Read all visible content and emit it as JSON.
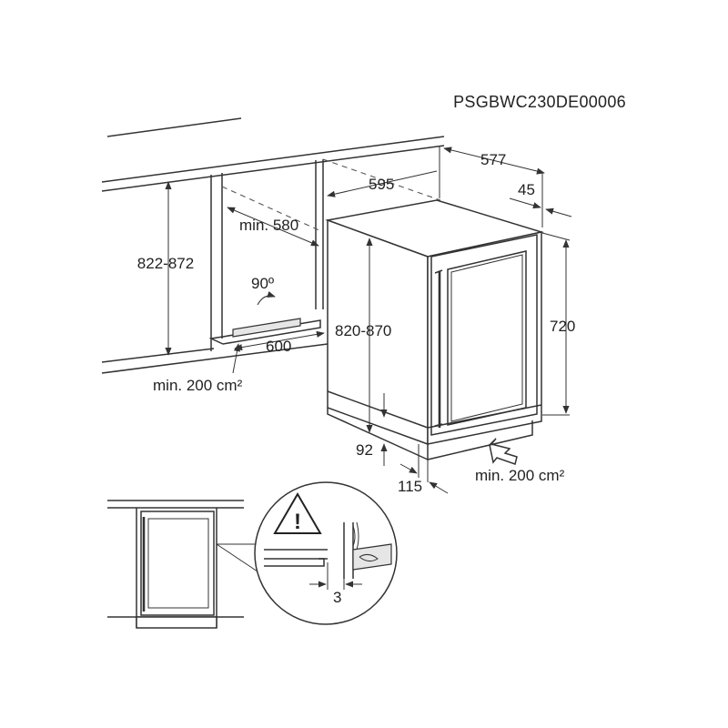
{
  "diagram": {
    "model_code": "PSGBWC230DE00006",
    "dimensions": {
      "depth_total": "577",
      "width": "595",
      "door_offset": "45",
      "niche_depth_min": "min. 580",
      "niche_height": "822-872",
      "angle": "90º",
      "niche_width": "600",
      "vent_area_floor": "min. 200 cm²",
      "appliance_height": "820-870",
      "door_height": "720",
      "plinth_height": "92",
      "plinth_depth": "115",
      "vent_area_front": "min. 200 cm²",
      "gap": "3"
    },
    "icons": {
      "warning": "warning-triangle-icon"
    }
  }
}
